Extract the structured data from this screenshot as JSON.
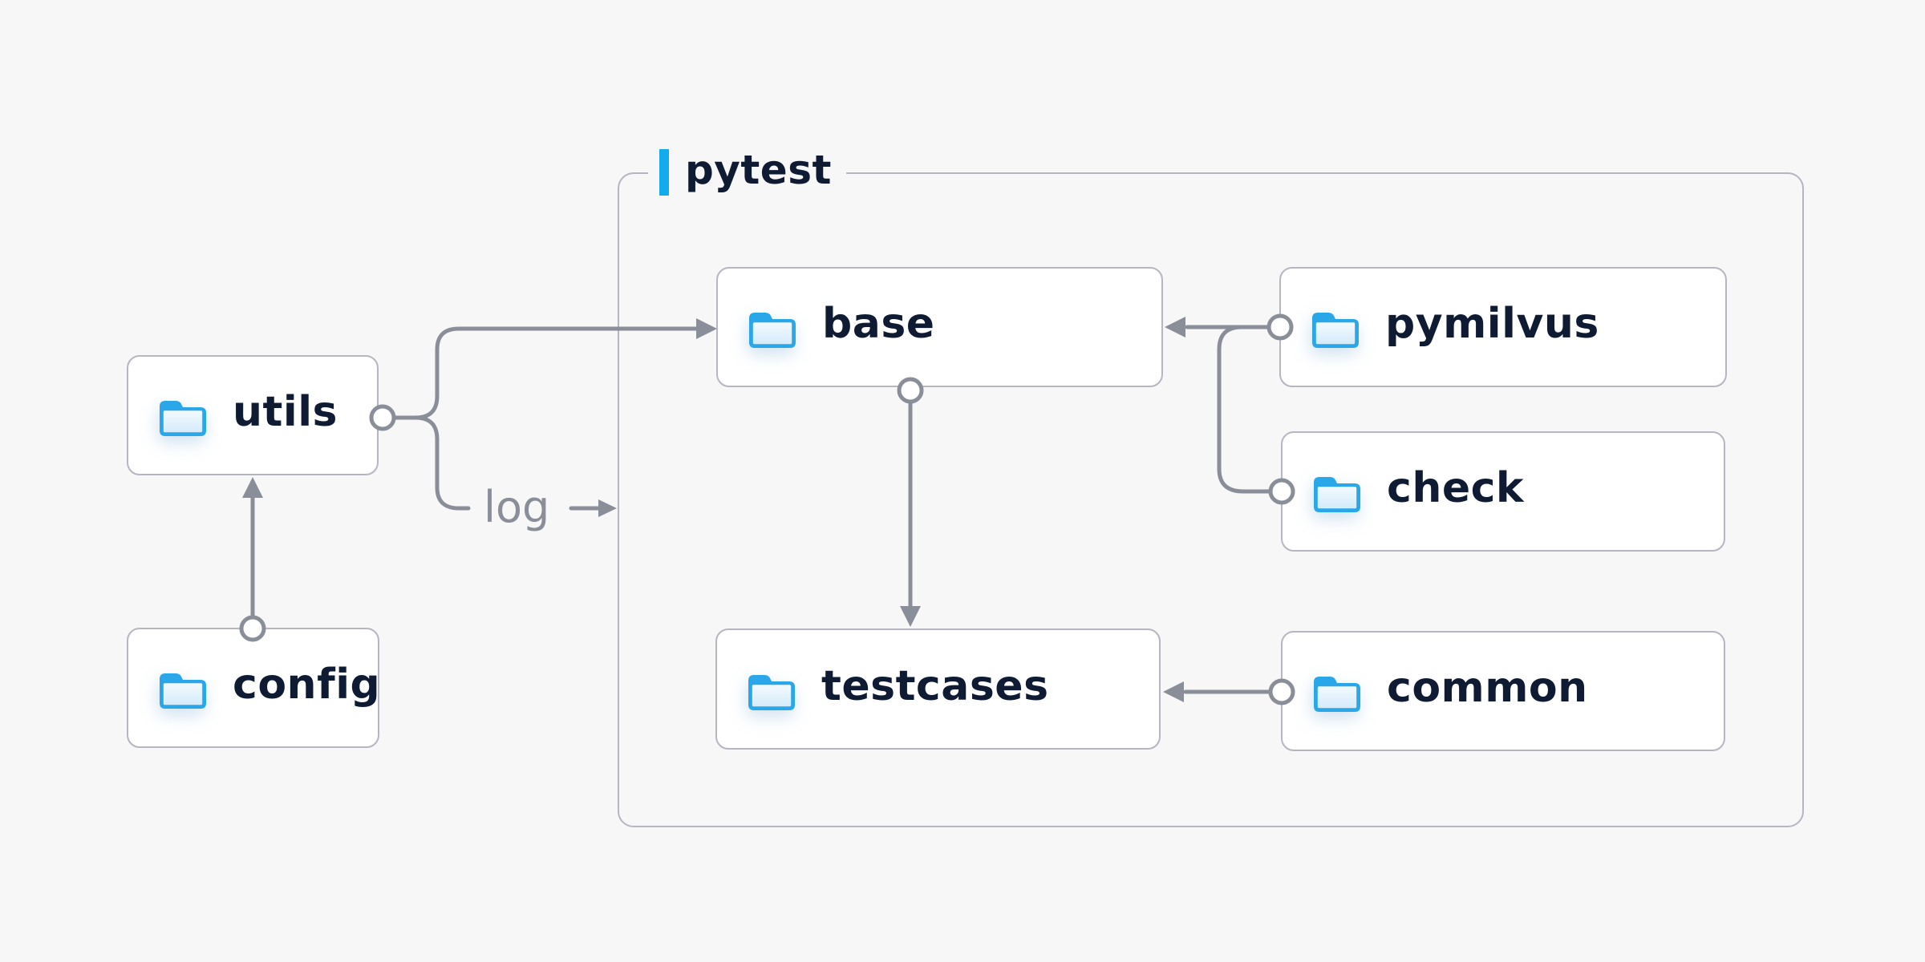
{
  "page": {
    "background": "#f7f7f8"
  },
  "diagram": {
    "container": {
      "label": "pytest"
    },
    "nodes": {
      "utils": {
        "label": "utils",
        "icon": "folder-icon"
      },
      "config": {
        "label": "config",
        "icon": "folder-icon"
      },
      "base": {
        "label": "base",
        "icon": "folder-icon"
      },
      "pymilvus": {
        "label": "pymilvus",
        "icon": "folder-icon"
      },
      "check": {
        "label": "check",
        "icon": "folder-icon"
      },
      "testcases": {
        "label": "testcases",
        "icon": "folder-icon"
      },
      "common": {
        "label": "common",
        "icon": "folder-icon"
      }
    },
    "edges": [
      {
        "from": "config",
        "to": "utils",
        "style": "arrow"
      },
      {
        "from": "utils",
        "to": "base",
        "style": "arrow"
      },
      {
        "from": "utils",
        "to": "pytest-container",
        "style": "arrow",
        "label": "log"
      },
      {
        "from": "pymilvus",
        "to": "base",
        "style": "arrow"
      },
      {
        "from": "check",
        "to": "base",
        "style": "arrow"
      },
      {
        "from": "base",
        "to": "testcases",
        "style": "arrow"
      },
      {
        "from": "common",
        "to": "testcases",
        "style": "arrow"
      }
    ],
    "edge_label_log": "log",
    "colors": {
      "line": "#8a8e99",
      "node_border": "#b6b6c2",
      "node_background": "#ffffff",
      "label_text": "#0e1b33",
      "folder_blue": "#2aa7e8",
      "accent_blue": "#12abec",
      "background": "#f7f7f8"
    }
  }
}
